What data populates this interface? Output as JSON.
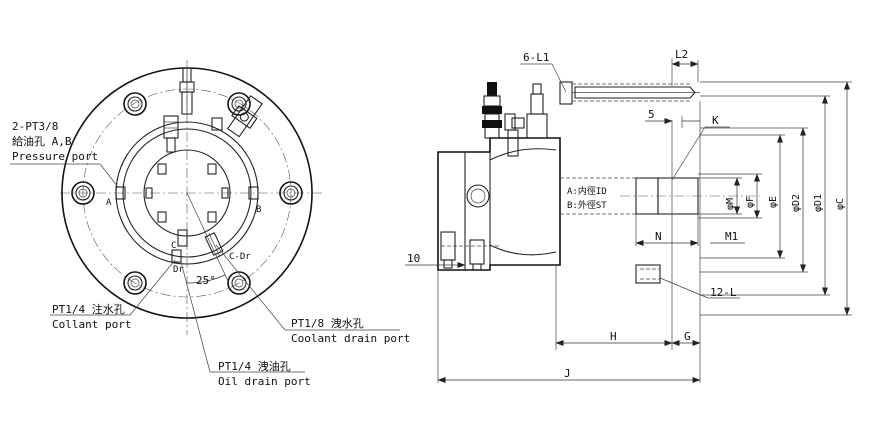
{
  "front_view": {
    "pressure_port": {
      "spec": "2-PT3/8",
      "cn": "給油孔 A,B",
      "en": "Pressure port"
    },
    "port_a": "A",
    "port_b": "B",
    "port_c": "C",
    "port_dr": "Dr",
    "port_c_dr": "C-Dr",
    "angle": "25°",
    "coolant_port": {
      "spec": "PT1/4 注水孔",
      "en": "Collant port"
    },
    "coolant_drain": {
      "spec": "PT1/8 洩水孔",
      "en": "Coolant drain port"
    },
    "oil_drain": {
      "spec": "PT1/4 洩油孔",
      "en": "Oil drain port"
    }
  },
  "side_view": {
    "dims": {
      "six_l1": "6-L1",
      "l2": "L2",
      "five": "5",
      "k": "K",
      "ten": "10",
      "twelve_l": "12-L",
      "h": "H",
      "g": "G",
      "j": "J",
      "n": "N",
      "m1": "M1",
      "phi_m": "φM",
      "phi_f": "φF",
      "phi_e": "φE",
      "phi_d2": "φD2",
      "phi_d1": "φD1",
      "phi_c": "φC"
    },
    "legend_a": "A:内徑ID",
    "legend_b": "B:外徑ST"
  }
}
